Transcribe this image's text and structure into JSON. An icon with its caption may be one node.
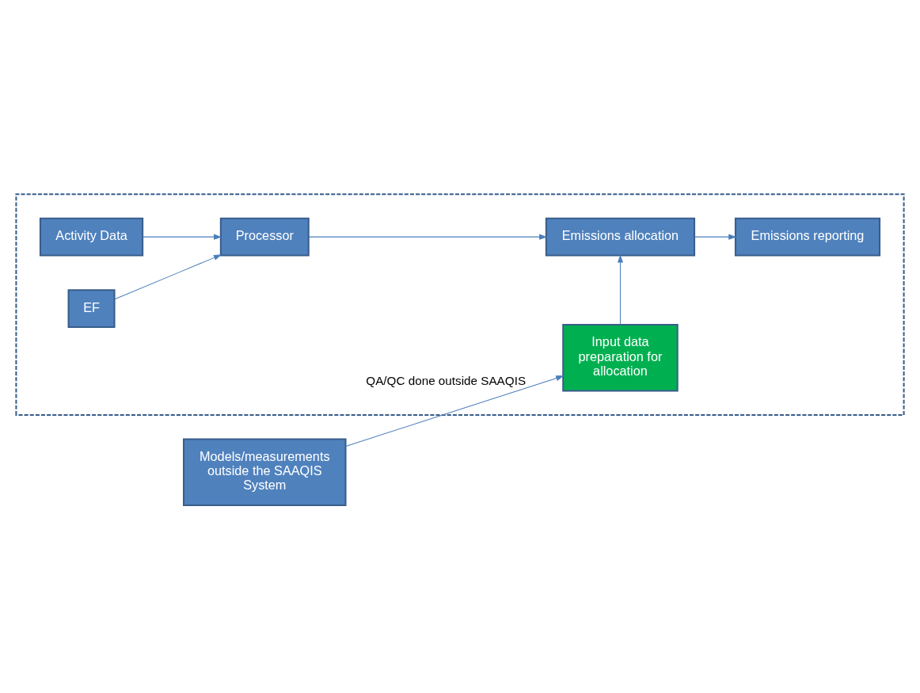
{
  "diagram": {
    "nodes": [
      {
        "text": [],
        "shape": "box"
      },
      {
        "text": [
          "Activity Data"
        ],
        "in": 0
      },
      {
        "text": [
          "Processor"
        ],
        "in": 0
      },
      {
        "text": [
          "EF"
        ],
        "in": 0
      },
      {
        "text": [
          "Emissions allocation"
        ],
        "in": 0
      },
      {
        "text": [
          "Emissions reporting"
        ],
        "in": 0
      },
      {
        "text": [
          "Input data preparation for allocation"
        ],
        "in": 0
      },
      {
        "text": [
          "Models/measurements outside the SAAQIS System"
        ]
      }
    ],
    "edges": [
      {
        "from": 1,
        "to": 2,
        "arrow": "to"
      },
      {
        "from": 3,
        "to": 2,
        "arrow": "to"
      },
      {
        "from": 2,
        "to": 4,
        "arrow": "to"
      },
      {
        "from": 4,
        "to": 5,
        "arrow": "to"
      },
      {
        "from": 6,
        "to": 4,
        "arrow": "to"
      },
      {
        "from": 7,
        "to": 6,
        "arrow": "to",
        "label": "QA/QC done outside SAAQIS"
      }
    ]
  }
}
